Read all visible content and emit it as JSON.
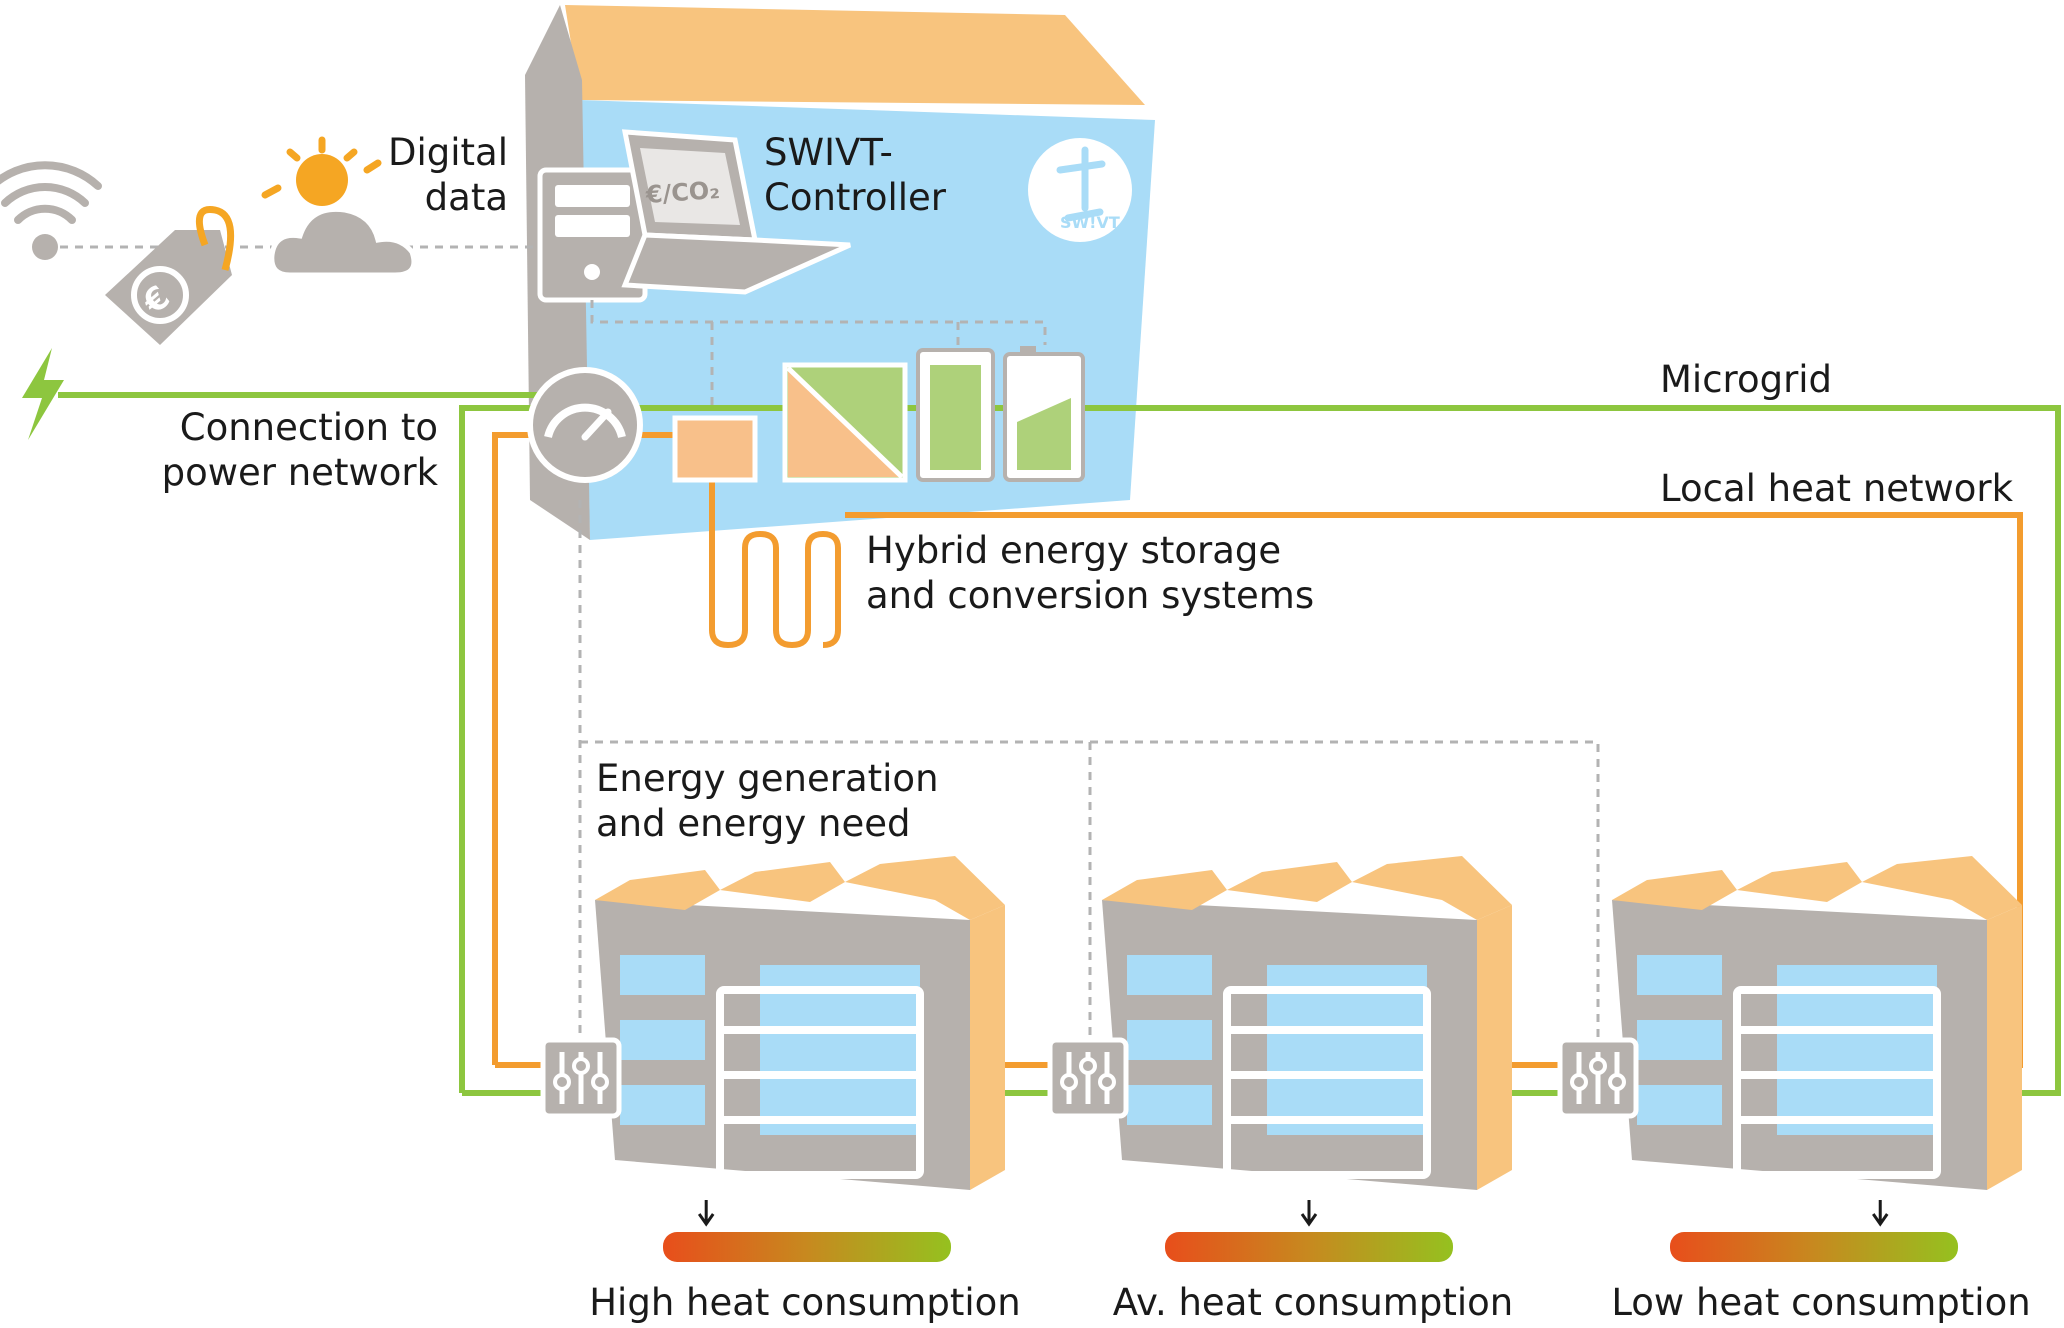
{
  "labels": {
    "digital_data": [
      "Digital",
      "data"
    ],
    "controller": [
      "SWIVT-",
      "Controller"
    ],
    "connection": [
      "Connection to",
      "power network"
    ],
    "microgrid": "Microgrid",
    "local_heat": "Local heat network",
    "hybrid": [
      "Hybrid energy storage",
      "and conversion systems"
    ],
    "generation": [
      "Energy generation",
      "and energy need"
    ]
  },
  "laptop_screen_text": "€/CO₂",
  "logo_text": "SW!VT",
  "consumers": [
    {
      "caption": "High heat consumption",
      "level": 0.15
    },
    {
      "caption": "Av. heat consumption",
      "level": 0.5
    },
    {
      "caption": "Low heat consumption",
      "level": 0.73
    }
  ],
  "gradient": {
    "from": "#e84e1b",
    "mid": "#c7891f",
    "to": "#95c11f"
  },
  "colors": {
    "green_line": "#8dc63f",
    "orange_line": "#f39c2f",
    "roof": "#f8c47e",
    "wall_grey": "#b6b1ad",
    "window_blue": "#a9dcf7",
    "controller_blue": "#a9dcf7",
    "icon_grey": "#b6b1ad",
    "orange_icon": "#f5a623",
    "battery_green": "#aed17a",
    "converter_orange": "#f8c08a",
    "dashed": "#b3b3b3"
  },
  "icons": [
    "wifi-icon",
    "price-tag-icon",
    "sun-cloud-icon",
    "lightning-icon",
    "server-tower-icon",
    "laptop-icon",
    "meter-icon",
    "converter-icon",
    "battery-icon",
    "mixer-icon",
    "swivt-logo-icon"
  ]
}
